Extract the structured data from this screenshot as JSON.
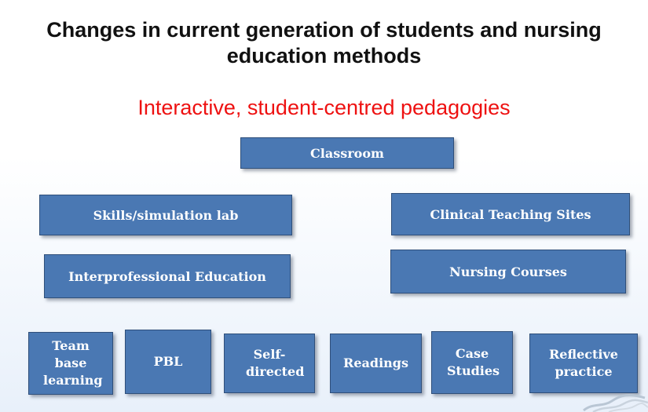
{
  "title": "Changes in current generation of students and nursing education methods",
  "subtitle": "Interactive, student-centred pedagogies",
  "boxes": {
    "classroom": "Classroom",
    "skills_lab": "Skills/simulation lab",
    "clinical_sites": "Clinical Teaching Sites",
    "interprofessional": "Interprofessional Education",
    "nursing_courses": "Nursing Courses"
  },
  "methods": [
    "Team base learning",
    "PBL",
    "Self-directed",
    "Readings",
    "Case Studies",
    "Reflective practice"
  ],
  "colors": {
    "box_fill": "#4a78b3",
    "box_border": "#2f4f7a",
    "subtitle": "#ee1111",
    "title": "#111111"
  }
}
